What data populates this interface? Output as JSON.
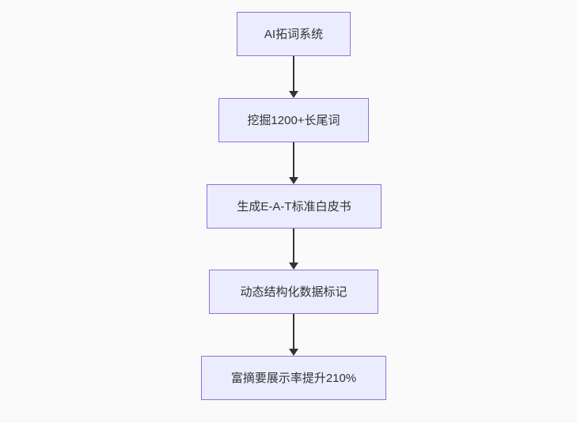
{
  "diagram": {
    "type": "flowchart",
    "direction": "top-down",
    "nodes": [
      {
        "id": "n1",
        "label": "AI拓词系统"
      },
      {
        "id": "n2",
        "label": "挖掘1200+长尾词"
      },
      {
        "id": "n3",
        "label": "生成E-A-T标准白皮书"
      },
      {
        "id": "n4",
        "label": "动态结构化数据标记"
      },
      {
        "id": "n5",
        "label": "富摘要展示率提升210%"
      }
    ],
    "edges": [
      {
        "from": "n1",
        "to": "n2"
      },
      {
        "from": "n2",
        "to": "n3"
      },
      {
        "from": "n3",
        "to": "n4"
      },
      {
        "from": "n4",
        "to": "n5"
      }
    ],
    "colors": {
      "background": "#fafafa",
      "node_fill": "#ececff",
      "node_border": "#9370db",
      "arrow": "#333333",
      "text": "#333333"
    }
  }
}
